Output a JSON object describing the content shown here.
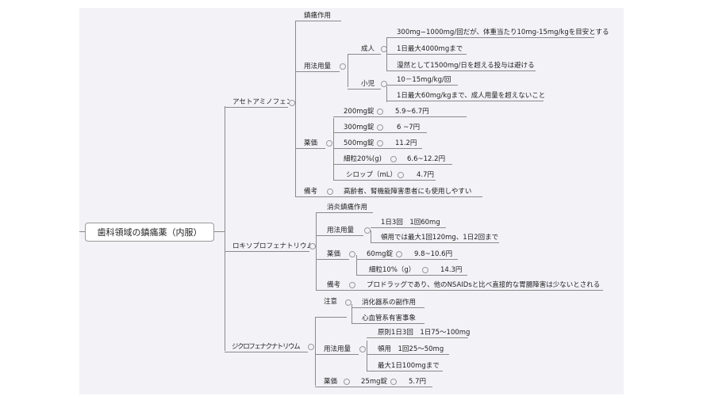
{
  "root": "歯科領域の鎮痛薬（内服）",
  "acetaminophen": {
    "label": "アセトアミノフェン",
    "action": "鎮痛作用",
    "dosage": {
      "label": "用法用量",
      "adult": {
        "label": "成人",
        "items": [
          "300mg−1000mg/回だが、体重当たり10mg-15mg/kgを目安とする",
          "1日最大4000mgまで",
          "漫然として1500mg/日を超える投与は避ける"
        ]
      },
      "child": {
        "label": "小児",
        "items": [
          "10－15mg/kg/回",
          "1日最大60mg/kgまで、成人用量を超えないこと"
        ]
      }
    },
    "price": {
      "label": "薬価",
      "items": [
        {
          "form": "200mg錠",
          "price": "5.9~6.7円"
        },
        {
          "form": "300mg錠",
          "price": "6 ~7円"
        },
        {
          "form": "500mg錠",
          "price": "11.2円"
        },
        {
          "form": "細粒20%(g)",
          "price": "6.6~12.2円"
        },
        {
          "form": "シロップ（mL）",
          "price": "4.7円"
        }
      ]
    },
    "note": {
      "label": "備考",
      "text": "高齢者、腎機能障害患者にも使用しやすい"
    }
  },
  "loxoprofen": {
    "label": "ロキソプロフェナトリウム",
    "action": "消炎鎮痛作用",
    "dosage": {
      "label": "用法用量",
      "items": [
        "1日3回　1回60mg",
        "頓用では最大1回120mg、1日2回まで"
      ]
    },
    "price": {
      "label": "薬価",
      "items": [
        {
          "form": "60mg錠",
          "price": "9.8~10.6円"
        },
        {
          "form": "細粒10%（g）",
          "price": "14.3円"
        }
      ]
    },
    "note": {
      "label": "備考",
      "text": "プロドラッグであり、他のNSAIDsと比べ直接的な胃腸障害は少ないとされる"
    }
  },
  "diclofenac": {
    "label": "ジクロフェナクナトリウム",
    "caution": {
      "label": "注意",
      "items": [
        "消化器系の副作用",
        "心血管系有害事象"
      ]
    },
    "dosage": {
      "label": "用法用量",
      "items": [
        "原則1日3回　1日75～100mg",
        "頓用　1回25～50mg",
        "最大1日100mgまで"
      ]
    },
    "price": {
      "label": "薬価",
      "form": "25mg錠",
      "price": "5.7円"
    }
  }
}
